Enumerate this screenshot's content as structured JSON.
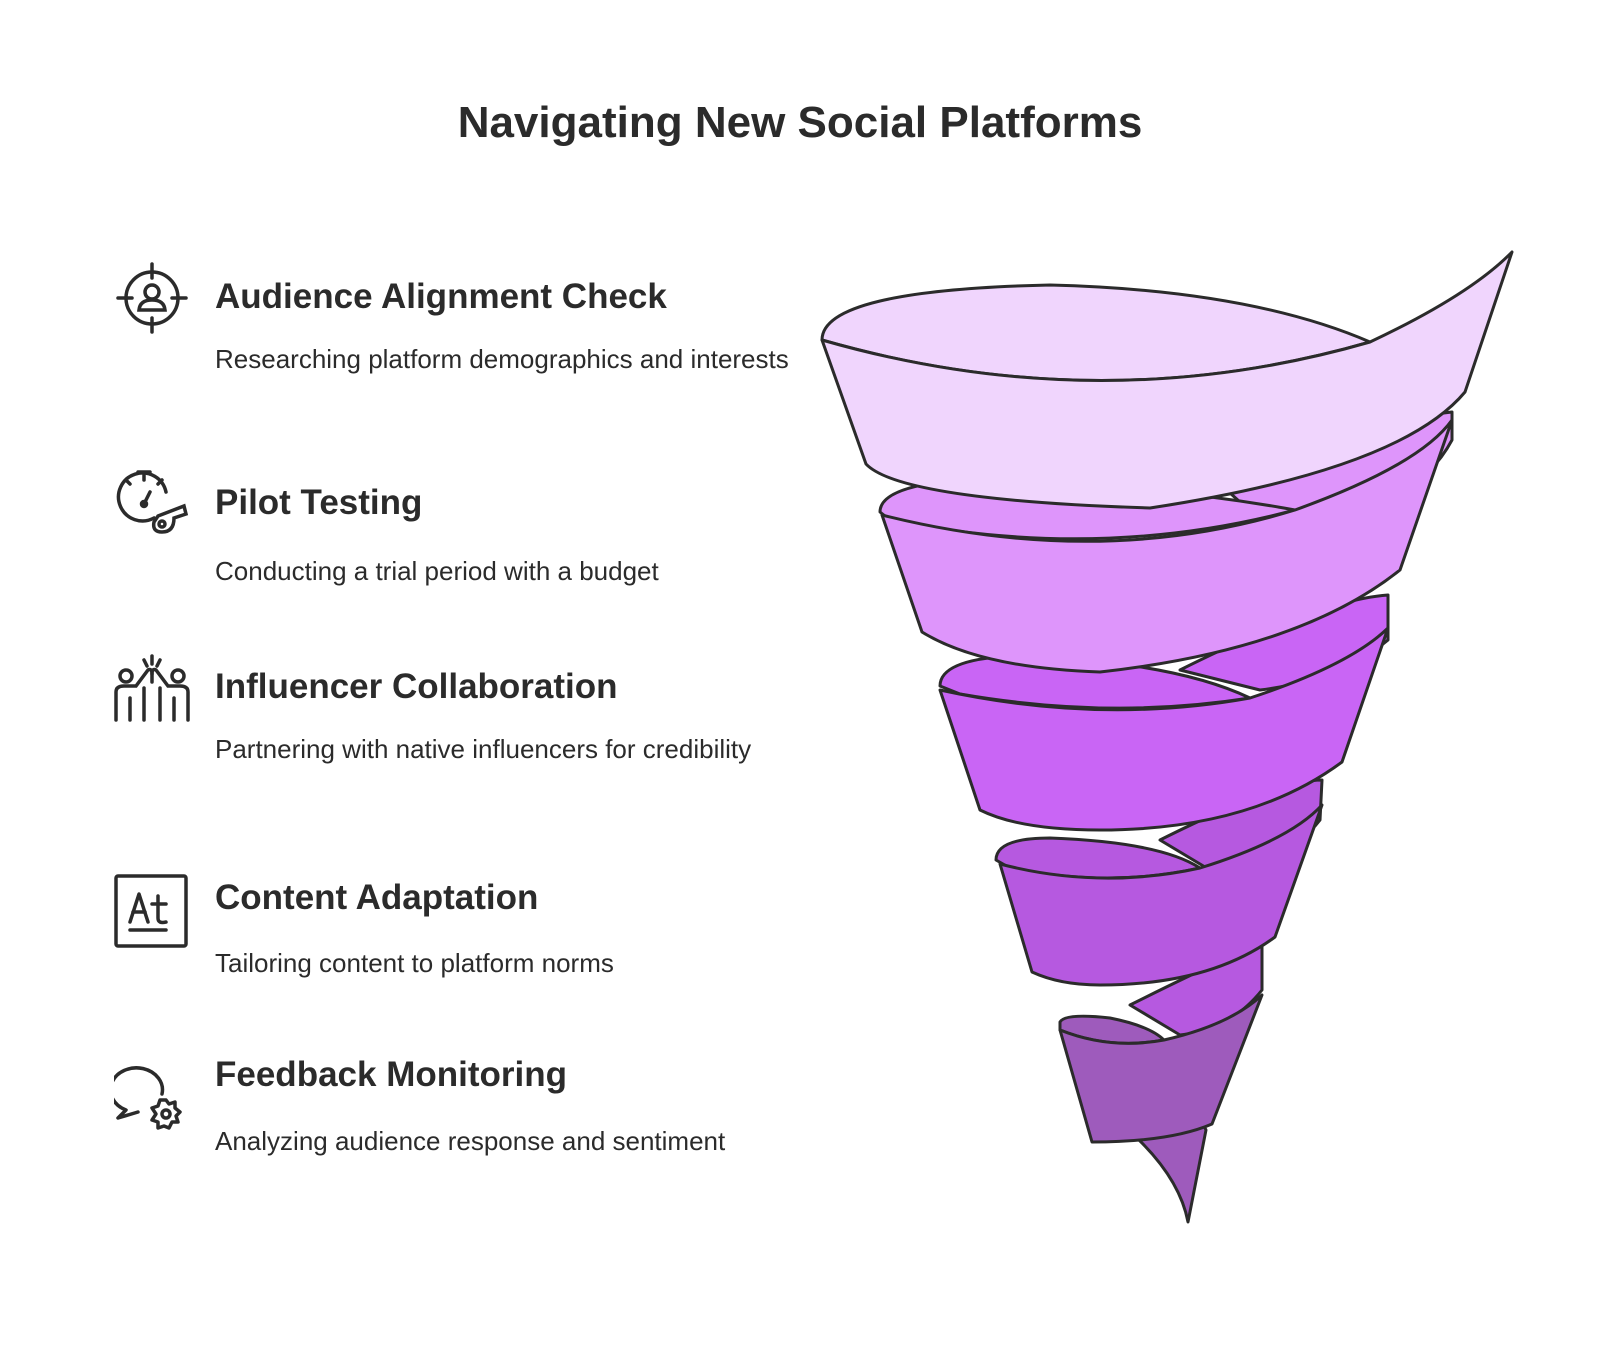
{
  "title": "Navigating New Social Platforms",
  "items": [
    {
      "heading": "Audience Alignment Check",
      "description": "Researching platform demographics and interests",
      "icon": "target-person-icon"
    },
    {
      "heading": "Pilot Testing",
      "description": "Conducting a trial period with a budget",
      "icon": "stopwatch-whistle-icon"
    },
    {
      "heading": "Influencer Collaboration",
      "description": "Partnering with native influencers for credibility",
      "icon": "high-five-icon"
    },
    {
      "heading": "Content Adaptation",
      "description": "Tailoring content to platform norms",
      "icon": "text-format-icon"
    },
    {
      "heading": "Feedback Monitoring",
      "description": "Analyzing audience response and sentiment",
      "icon": "chat-gear-icon"
    }
  ],
  "colors": {
    "band1": "#f0d5fd",
    "band2": "#de95fb",
    "band3": "#c965f5",
    "band4": "#b659e0",
    "band5": "#9e5bbc",
    "outline": "#2b2b2b",
    "text": "#2b2b2b"
  }
}
